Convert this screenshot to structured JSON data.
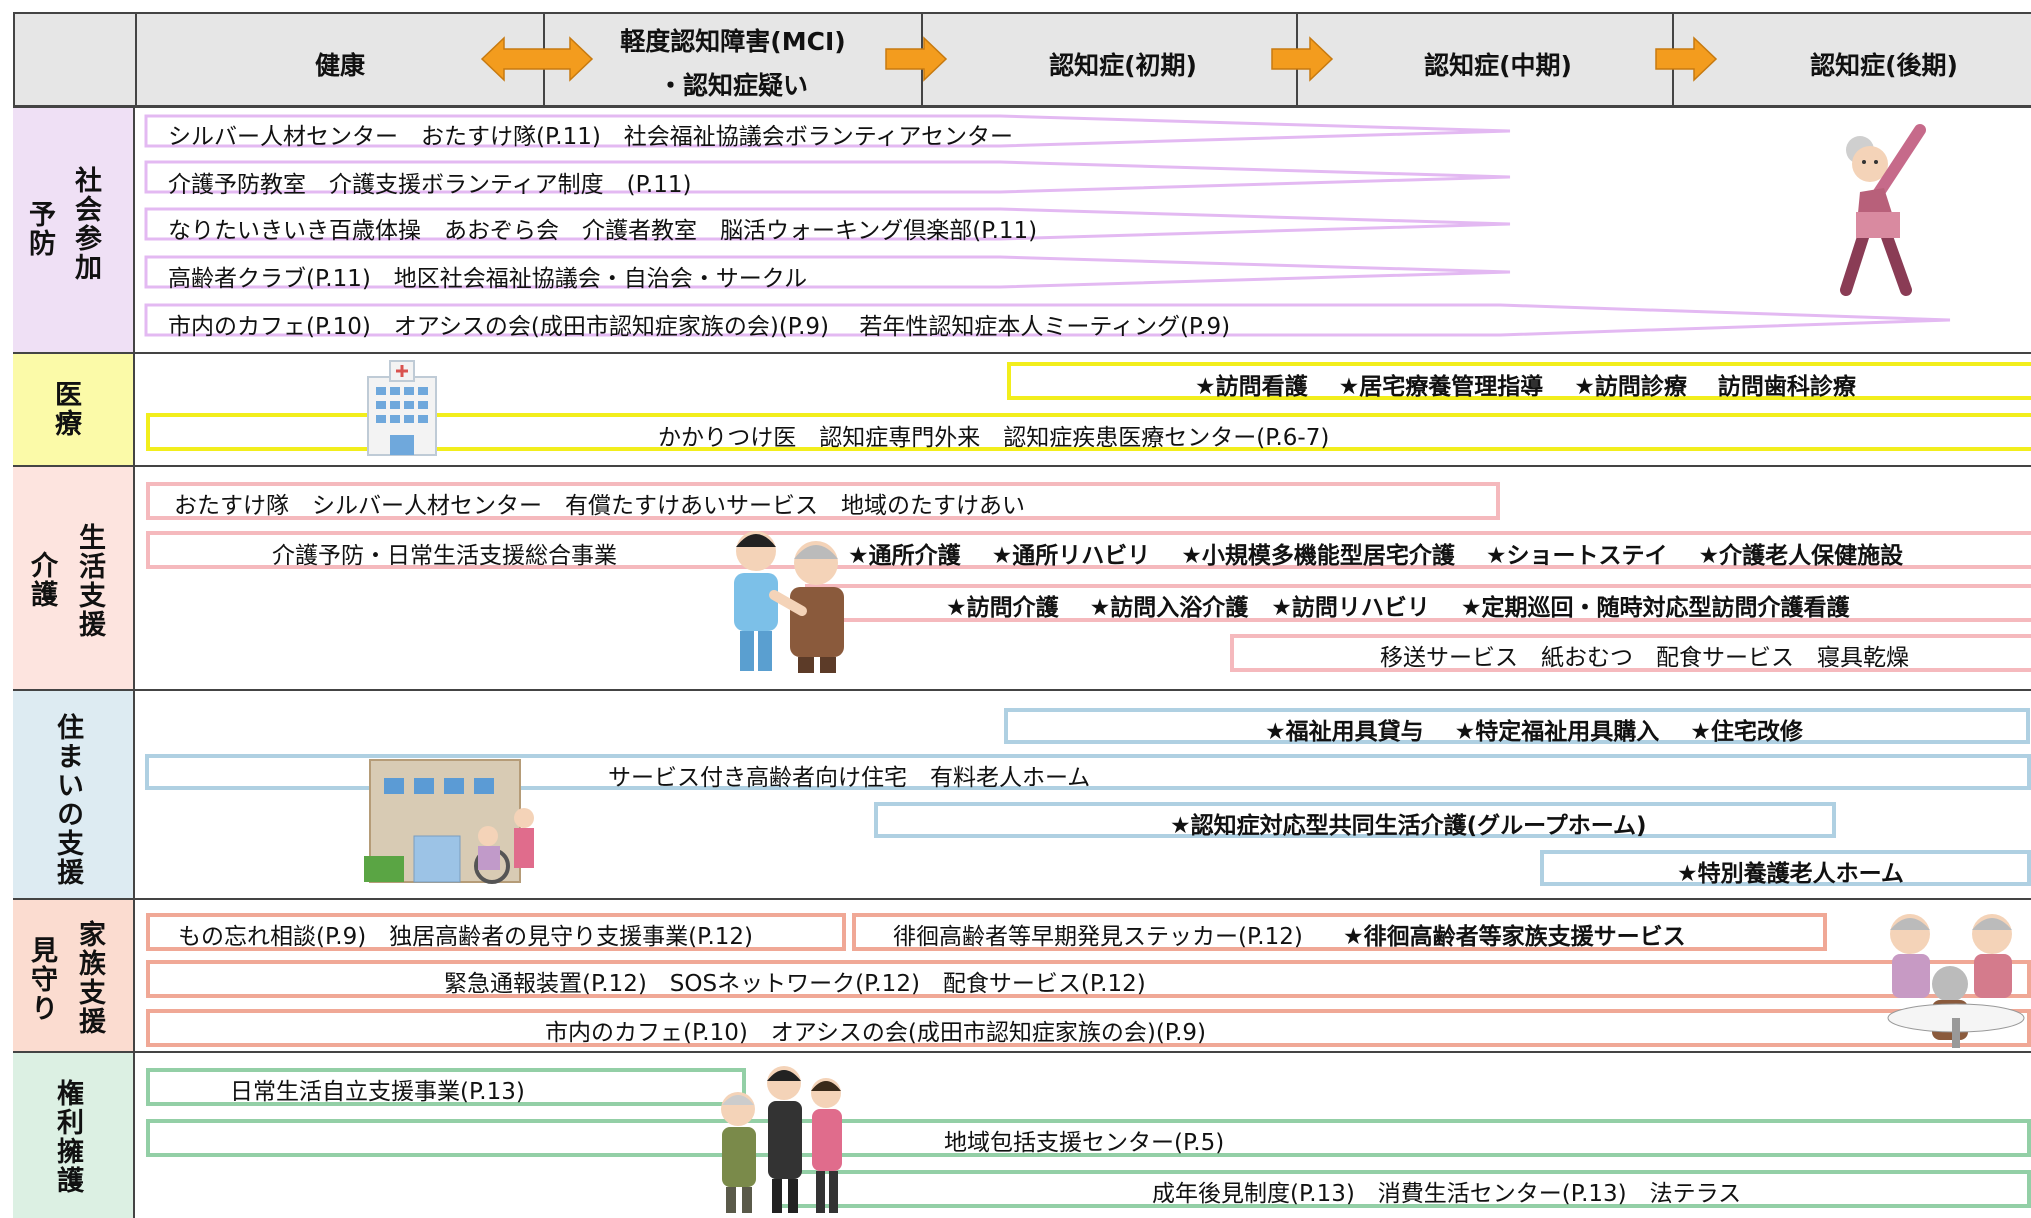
{
  "header": {
    "stages": [
      "健康",
      "軽度認知障害(MCI)",
      "・認知症疑い",
      "認知症(初期)",
      "認知症(中期)",
      "認知症(後期)"
    ]
  },
  "sections": {
    "prevention": {
      "label_outer": "予防",
      "label_inner": "社会参加",
      "items": [
        "シルバー人材センター　おたすけ隊(P.11)　社会福祉協議会ボランティアセンター",
        "介護予防教室　介護支援ボランティア制度　(P.11)",
        "なりたいきいき百歳体操　あおぞら会　介護者教室　脳活ウォーキング倶楽部(P.11)",
        "高齢者クラブ(P.11)　地区社会福祉協議会・自治会・サークル",
        "市内のカフェ(P.10)　オアシスの会(成田市認知症家族の会)(P.9)　 若年性認知症本人ミーティング(P.9)"
      ]
    },
    "medical": {
      "label": "医療",
      "items": [
        "★訪問看護　 ★居宅療養管理指導　 ★訪問診療　 訪問歯科診療",
        "かかりつけ医　認知症専門外来　認知症疾患医療センター(P.6-7)"
      ]
    },
    "care": {
      "label_outer": "介護",
      "label_inner": "生活支援",
      "items": [
        "おたすけ隊　シルバー人材センター　有償たすけあいサービス　地域のたすけあい",
        "介護予防・日常生活支援総合事業",
        "★通所介護　 ★通所リハビリ　 ★小規模多機能型居宅介護　 ★ショートステイ　 ★介護老人保健施設",
        "★訪問介護　 ★訪問入浴介護　★訪問リハビリ　 ★定期巡回・随時対応型訪問介護看護",
        "移送サービス　紙おむつ　配食サービス　寝具乾燥"
      ]
    },
    "housing": {
      "label": "住まいの支援",
      "items": [
        "★福祉用具貸与　 ★特定福祉用具購入　 ★住宅改修",
        "サービス付き高齢者向け住宅　有料老人ホーム",
        "★認知症対応型共同生活介護(グループホーム)",
        "★特別養護老人ホーム"
      ]
    },
    "watch": {
      "label_outer": "見守り",
      "label_inner": "家族支援",
      "items": [
        "もの忘れ相談(P.9)　独居高齢者の見守り支援事業(P.12)",
        "徘徊高齢者等早期発見ステッカー(P.12)",
        "★徘徊高齢者等家族支援サービス",
        "緊急通報装置(P.12)　SOSネットワーク(P.12)　配食サービス(P.12)",
        "市内のカフェ(P.10)　オアシスの会(成田市認知症家族の会)(P.9)"
      ]
    },
    "rights": {
      "label": "権利擁護",
      "items": [
        "日常生活自立支援事業(P.13)",
        "地域包括支援センター(P.5)",
        "成年後見制度(P.13)　消費生活センター(P.13)　法テラス"
      ]
    }
  },
  "colors": {
    "header_bg": "#e6e6e6",
    "prevention_bg": "#efe0f5",
    "prevention_line": "#e3b9f2",
    "medical_bg": "#fbfaa8",
    "medical_line": "#f2ee1c",
    "care_bg": "#fde4df",
    "care_line": "#f5b9bd",
    "housing_bg": "#ddebf2",
    "housing_line": "#afd0e2",
    "watch_bg": "#fbdcd0",
    "watch_line": "#f0a896",
    "rights_bg": "#dcf0e3",
    "rights_line": "#93cfa6",
    "arrow": "#f39c1e"
  }
}
